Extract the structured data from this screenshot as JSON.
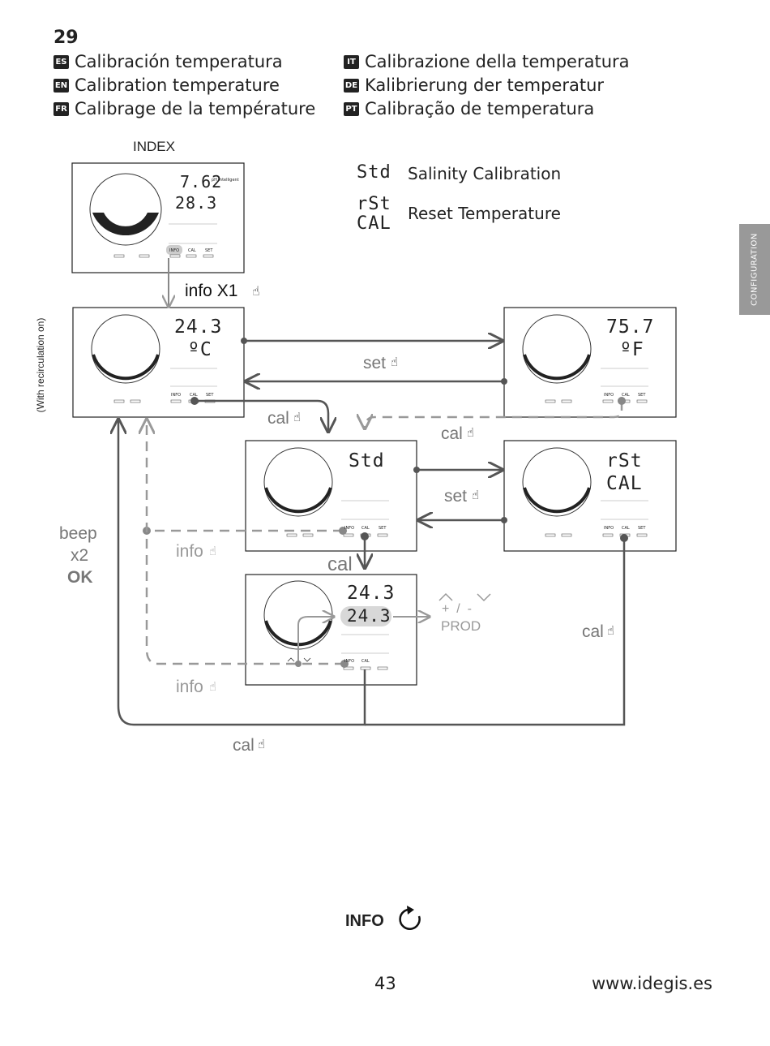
{
  "section_number": "29",
  "languages": [
    {
      "code": "ES",
      "text": "Calibración temperatura"
    },
    {
      "code": "EN",
      "text": "Calibration temperature"
    },
    {
      "code": "FR",
      "text": "Calibrage de la température"
    },
    {
      "code": "IT",
      "text": "Calibrazione della temperatura"
    },
    {
      "code": "DE",
      "text": "Kalibrierung der temperatur"
    },
    {
      "code": "PT",
      "text": "Calibração de temperatura"
    }
  ],
  "side_tab": "CONFIGURATION",
  "index_label": "INDEX",
  "vertical_note": "(With recirculation on)",
  "legend": [
    {
      "code": "Std",
      "text": "Salinity Calibration"
    },
    {
      "code": "rSt CAL",
      "text": "Reset Temperature"
    }
  ],
  "screens": {
    "index": {
      "line1": "7.62",
      "line2": "28.3",
      "tag": "pH intelligent"
    },
    "s1": {
      "line1": "24.3",
      "line2": "ºC"
    },
    "s2": {
      "line1": "75.7",
      "line2": "ºF"
    },
    "s3": {
      "line1": "Std",
      "line2": ""
    },
    "s4": {
      "line1": "rSt",
      "line2": "CAL"
    },
    "s5": {
      "line1": "24.3",
      "line2": "24.3"
    }
  },
  "buttons": {
    "info": "INFO",
    "cal": "CAL",
    "set": "SET"
  },
  "flow_labels": {
    "info_x1": "info X1",
    "set1": "set",
    "cal1": "cal",
    "cal2": "cal",
    "set2": "set",
    "cal3": "cal",
    "info1": "info",
    "info2": "info",
    "cal4": "cal",
    "cal5": "cal",
    "beep": "beep",
    "x2": "x2",
    "ok": "OK",
    "plus_minus": "+  /  -",
    "prod": "PROD"
  },
  "footer": {
    "info": "INFO",
    "page": "43",
    "url": "www.idegis.es"
  }
}
